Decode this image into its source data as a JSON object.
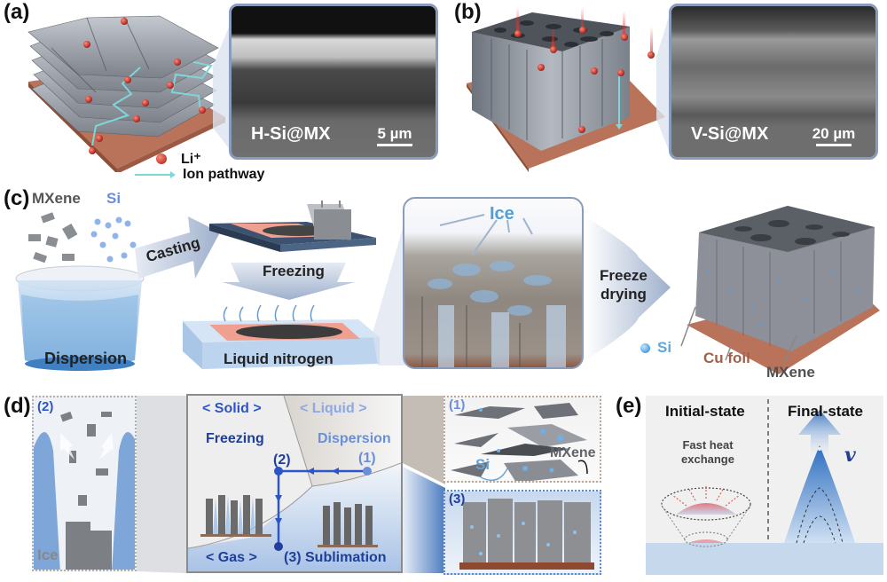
{
  "panels": {
    "a": {
      "label": "(a)",
      "sem_label": "H-Si@MX",
      "scale_bar": "5 µm",
      "legend": [
        {
          "icon": "li-ion-sphere-icon",
          "label": "Li⁺"
        },
        {
          "icon": "ion-pathway-arrow-icon",
          "label": "Ion pathway"
        }
      ]
    },
    "b": {
      "label": "(b)",
      "sem_label": "V-Si@MX",
      "scale_bar": "20 µm"
    },
    "c": {
      "label": "(c)",
      "mxene_label": "MXene",
      "si_label": "Si",
      "dispersion_label": "Dispersion",
      "casting_label": "Casting",
      "freezing_label": "Freezing",
      "liquid_nitrogen_label": "Liquid nitrogen",
      "ice_label": "Ice",
      "freeze_drying_label": [
        "Freeze",
        "drying"
      ],
      "legend_si": "Si",
      "cu_foil_label": "Cu foil",
      "mxene_callout": "MXene"
    },
    "d": {
      "label": "(d)",
      "inset_left_tag": "(2)",
      "inset_left_ice": "Ice",
      "phase_solid": "< Solid >",
      "phase_liquid": "< Liquid >",
      "phase_gas": "< Gas >",
      "freezing": "Freezing",
      "dispersion": "Dispersion",
      "step1": "(1)",
      "step2": "(2)",
      "step3_sublimation": "(3) Sublimation",
      "inset_right1_tag": "(1)",
      "inset_right1_si": "Si",
      "inset_right1_mxene": "MXene",
      "inset_right3_tag": "(3)"
    },
    "e": {
      "label": "(e)",
      "initial_state": "Initial-state",
      "final_state": "Final-state",
      "fast_heat": [
        "Fast heat",
        "exchange"
      ],
      "velocity_symbol": "v"
    }
  },
  "colors": {
    "copper": "#b8735a",
    "li_red": "#c8281e",
    "ion_path": "#7fd6d8",
    "si_blue": "#5b9bd5",
    "deep_blue": "#1f3f9a",
    "light_blue_text": "#6a8fd8",
    "cu_text": "#a0614a",
    "mxene_grey": "#505050"
  }
}
